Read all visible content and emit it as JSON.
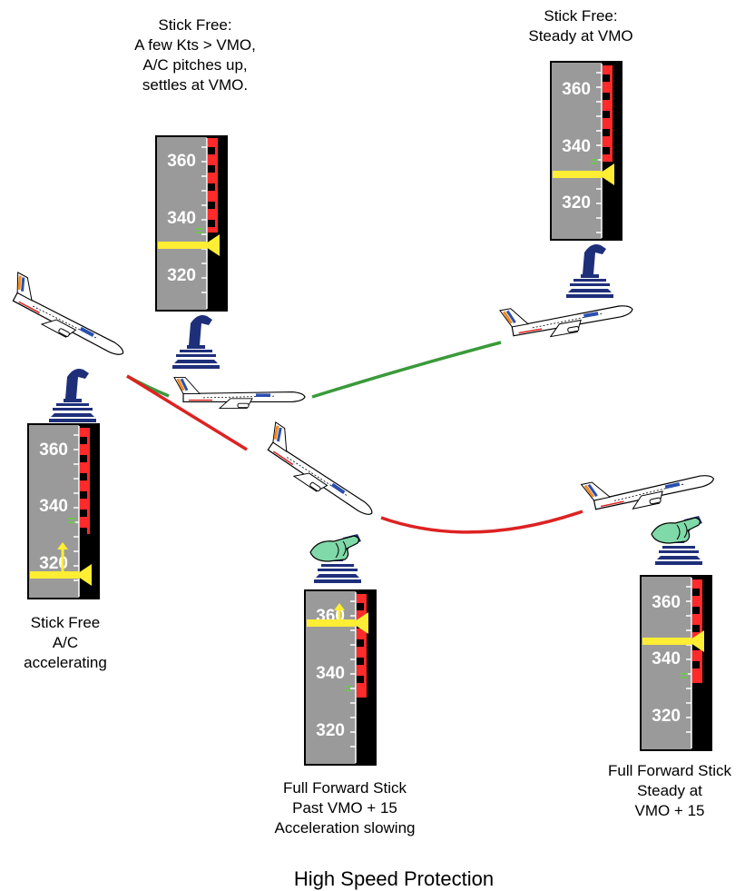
{
  "title": "High Speed Protection",
  "colors": {
    "tape_bg": "#9a9a9a",
    "tape_border": "#000000",
    "vmo_band": "#ff2a2a",
    "speed_pointer": "#ffee33",
    "trend_arrow": "#ffee33",
    "vls_marks": "#66cc44",
    "stick": "#1e2f7a",
    "hand": "#7fd9a8",
    "path_stick_free": "#3a9a3a",
    "path_full_forward": "#dd2222"
  },
  "panels": [
    {
      "id": "accelerating",
      "caption": [
        "Stick Free",
        "A/C",
        "accelerating"
      ],
      "stick_position": "neutral",
      "hand_on_stick": false,
      "tape_labels": [
        "360",
        "340",
        "320"
      ],
      "speed_indication": "below VMO, trend arrow up"
    },
    {
      "id": "pitches-up",
      "caption": [
        "Stick Free:",
        "A few Kts > VMO,",
        "A/C pitches up,",
        "settles at VMO."
      ],
      "stick_position": "neutral",
      "hand_on_stick": false,
      "tape_labels": [
        "360",
        "340",
        "320"
      ],
      "speed_indication": "at VMO"
    },
    {
      "id": "steady-vmo",
      "caption": [
        "Stick Free:",
        "Steady at VMO"
      ],
      "stick_position": "neutral",
      "hand_on_stick": false,
      "tape_labels": [
        "360",
        "340",
        "320"
      ],
      "speed_indication": "steady at VMO"
    },
    {
      "id": "past-vmo15",
      "caption": [
        "Full Forward Stick",
        "Past VMO + 15",
        "Acceleration slowing"
      ],
      "stick_position": "full forward",
      "hand_on_stick": true,
      "tape_labels": [
        "360",
        "340",
        "320"
      ],
      "speed_indication": "past VMO + 15, trend arrow up"
    },
    {
      "id": "steady-vmo15",
      "caption": [
        "Full Forward Stick",
        "Steady at",
        "VMO + 15"
      ],
      "stick_position": "full forward",
      "hand_on_stick": true,
      "tape_labels": [
        "360",
        "340",
        "320"
      ],
      "speed_indication": "steady at VMO + 15"
    }
  ]
}
